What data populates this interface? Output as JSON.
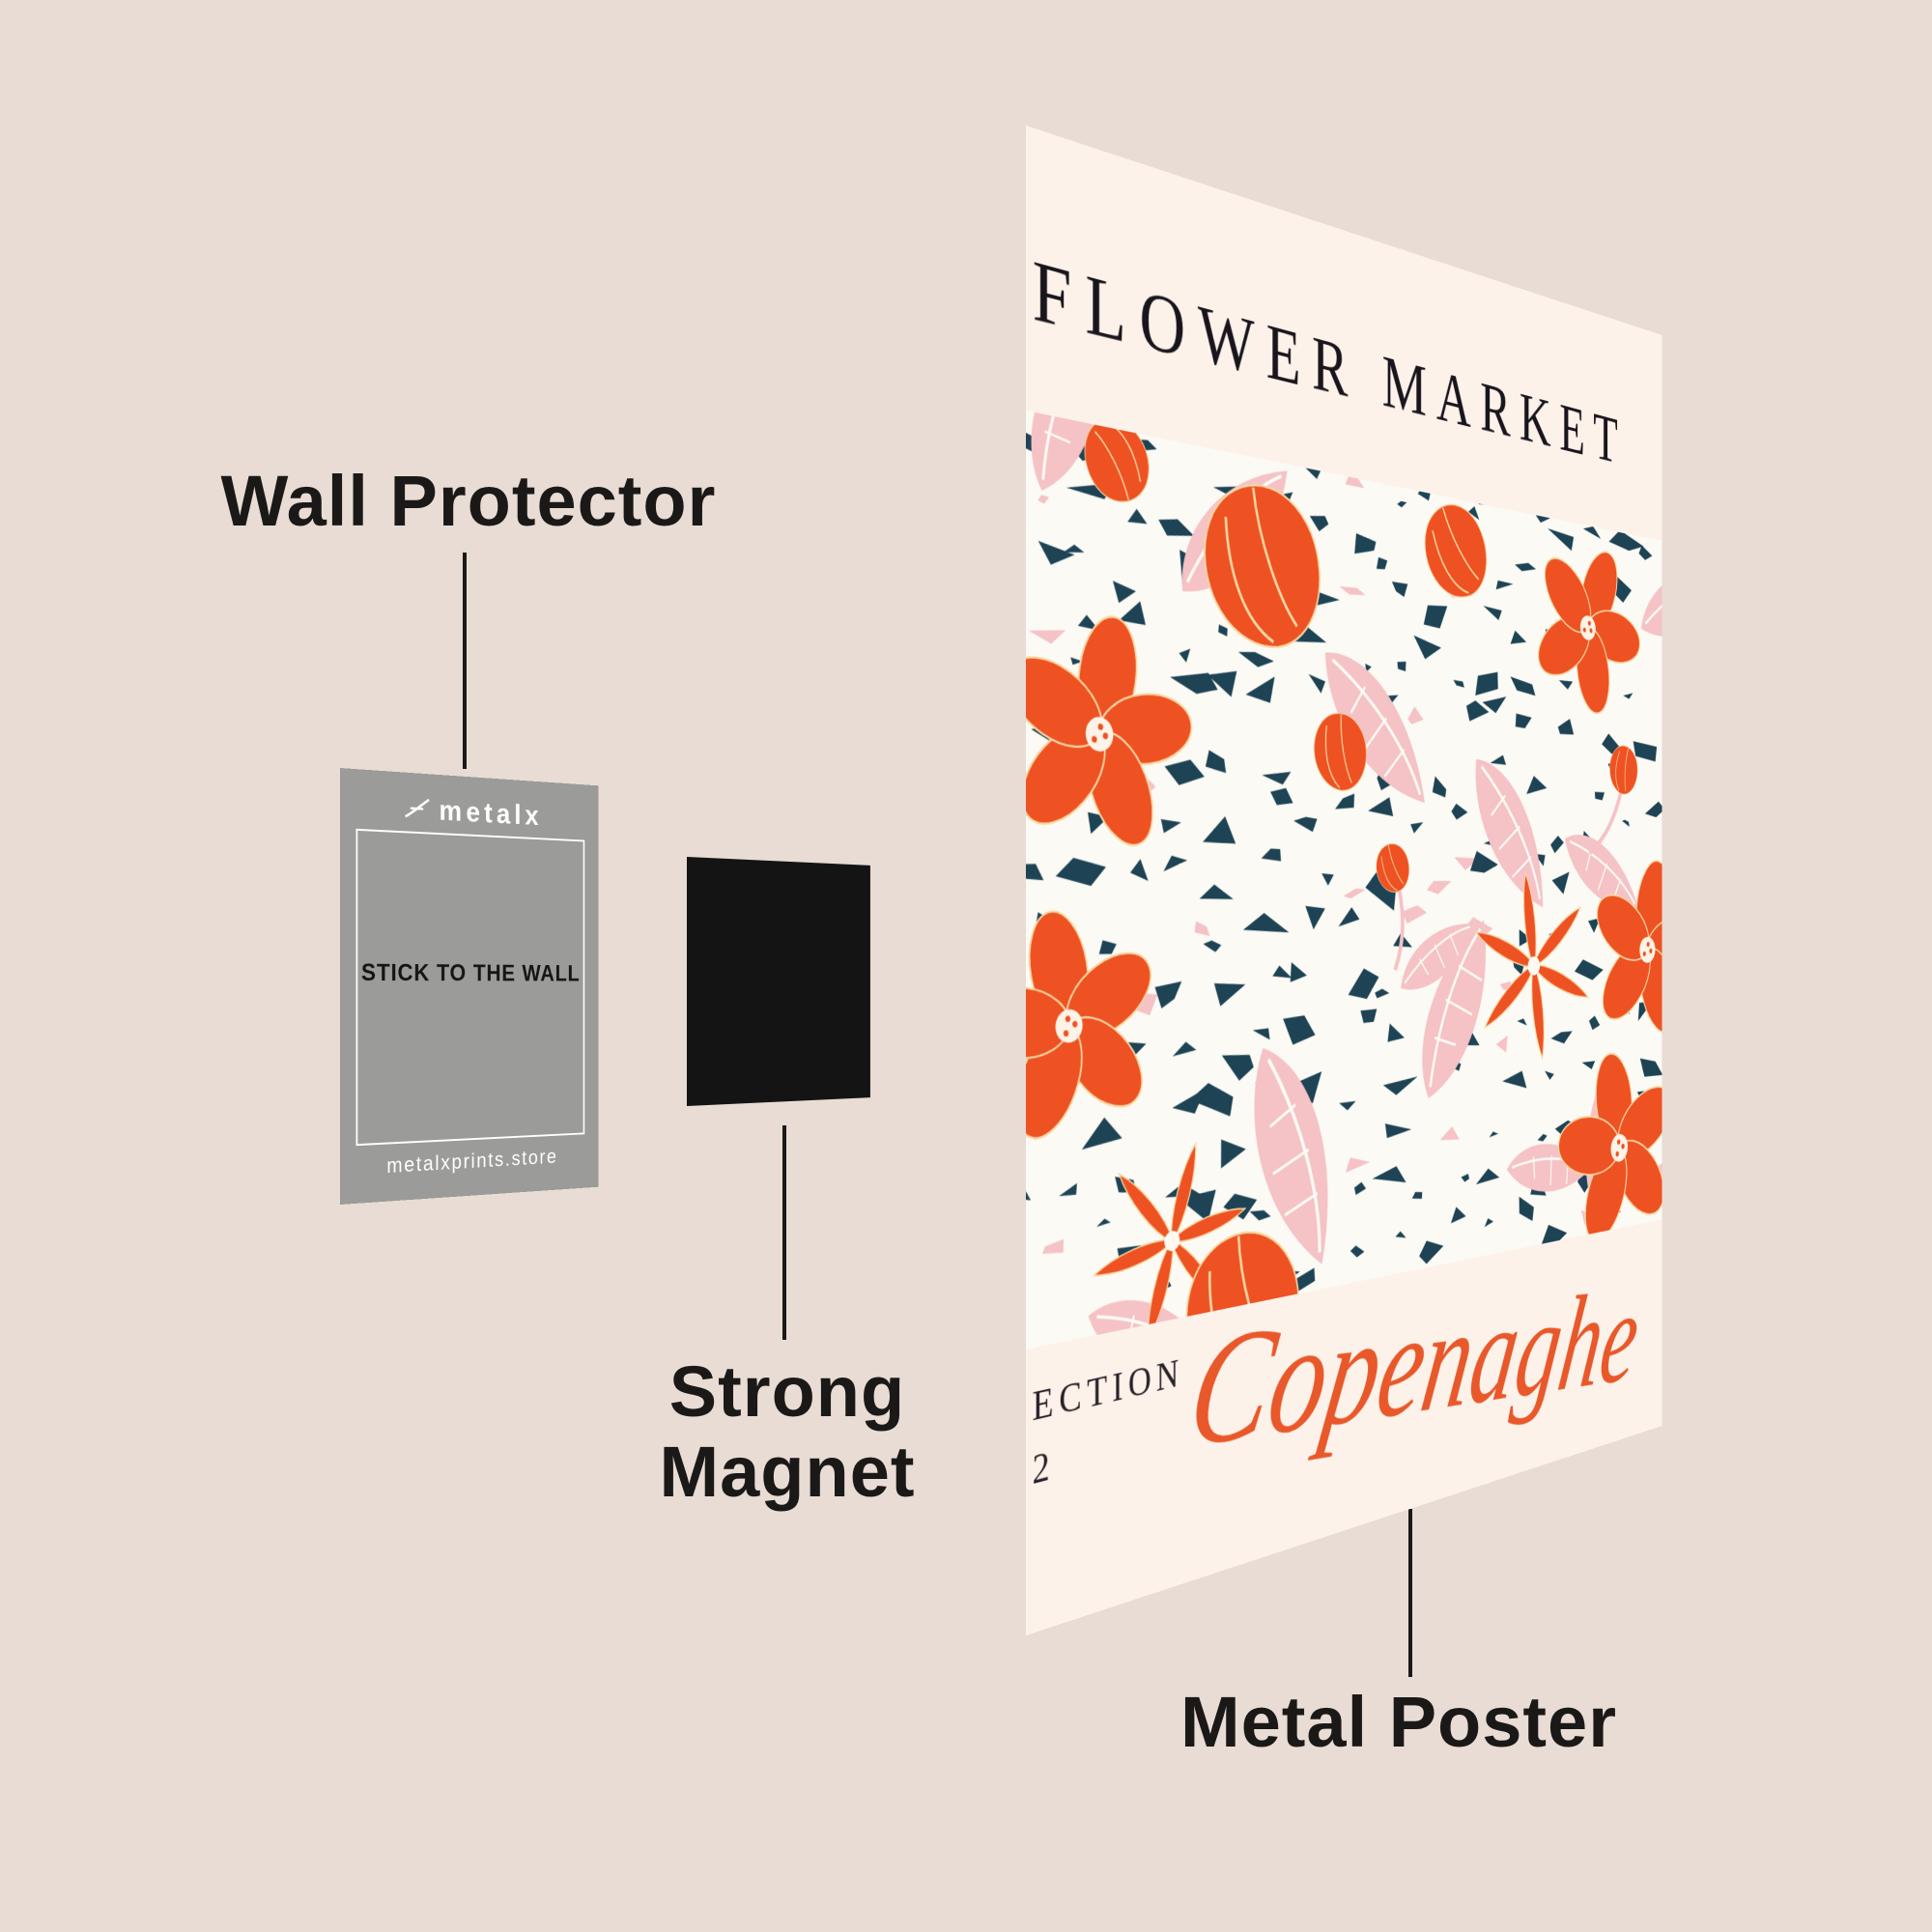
{
  "colors": {
    "bg": "#e8dcd4",
    "cream": "#fdf2e9",
    "ink": "#1b1918",
    "orange": "#ee5222",
    "script": "#e8582a",
    "pink": "#f5c2c6",
    "navy": "#1d4355",
    "patternbg": "#fbfaf4",
    "gray": "#9b9b99",
    "black": "#141414",
    "petalline": "#f8d8a4",
    "white": "#ffffff"
  },
  "annotations": {
    "wall_protector": "Wall Protector",
    "strong_magnet": "Strong Magnet",
    "metal_poster": "Metal Poster"
  },
  "wall_protector_card": {
    "brand": "metalx",
    "logo_icon": "metalx-flag-icon",
    "sticker_text": "STICK TO THE WALL",
    "website": "metalxprints.store"
  },
  "poster": {
    "title": "FLOWER MARKET",
    "collection_text_visible": "ECTION",
    "collection_number_visible": "2",
    "city_script_visible": "Copenaghe"
  }
}
